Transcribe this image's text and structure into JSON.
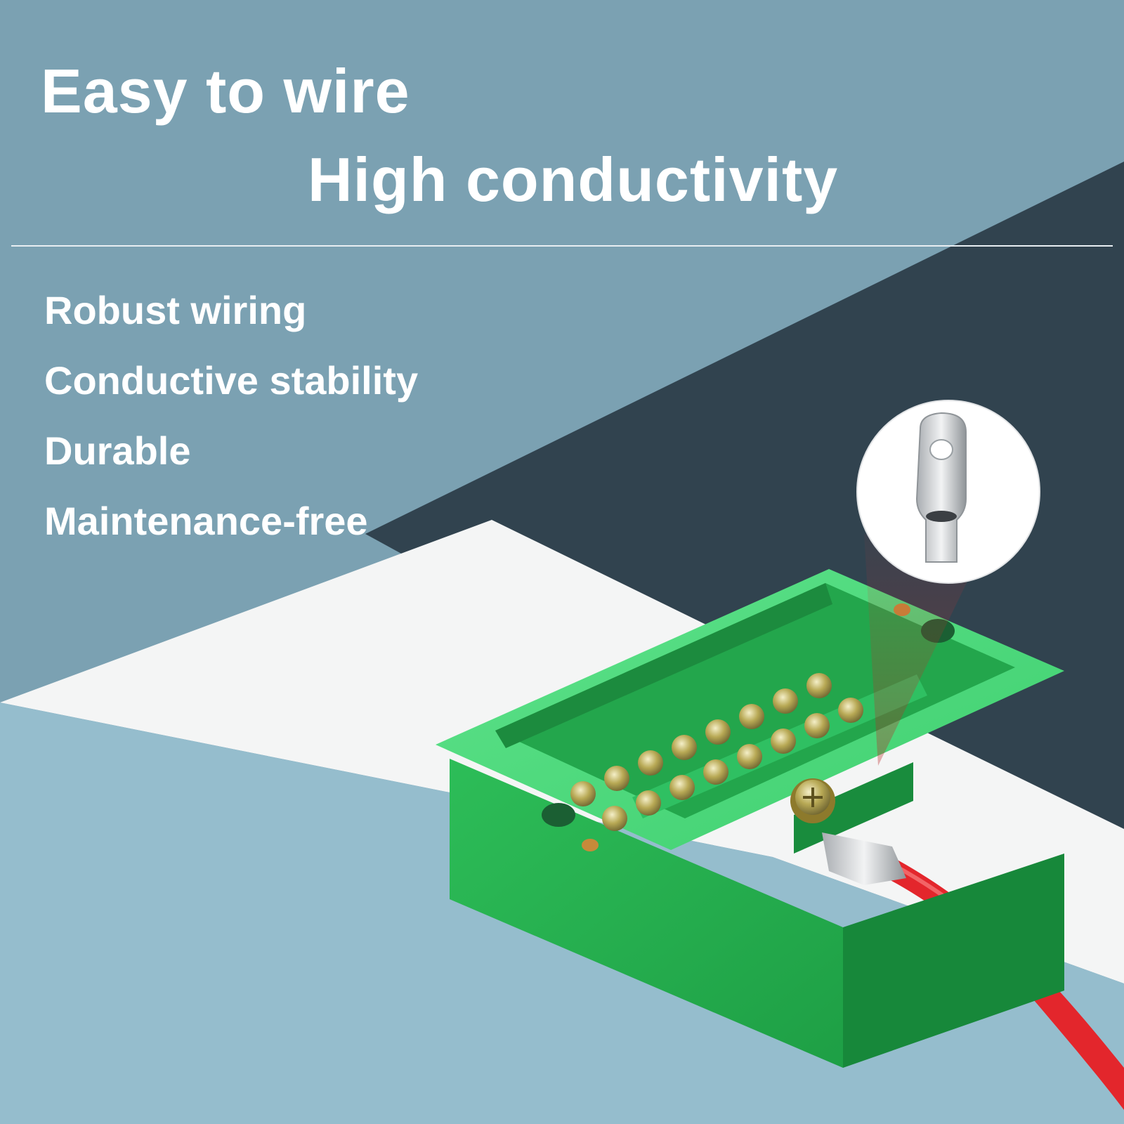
{
  "headline": {
    "primary": "Easy to wire",
    "secondary": "High conductivity"
  },
  "features": [
    "Robust wiring",
    "Conductive stability",
    "Durable",
    "Maintenance-free"
  ],
  "product": {
    "name": "green-terminal-block-icon",
    "terminal": "cable-lug-icon",
    "cable": "red-wire-icon"
  },
  "colors": {
    "background_blue": "#7ba1b2",
    "light_blue": "#95bdcd",
    "dark_slate": "#31434f",
    "white_paper": "#f5f6f6",
    "terminal_block_green": "#27b552",
    "wire_red": "#e3262c",
    "text": "#ffffff"
  }
}
